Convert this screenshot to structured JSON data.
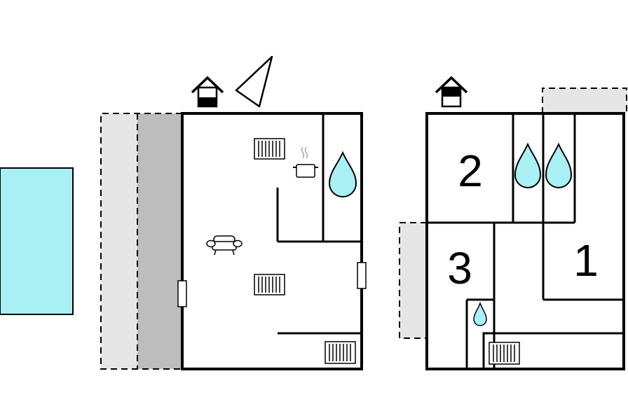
{
  "colors": {
    "wall": "#000000",
    "background": "#ffffff",
    "pool": "#a8f0f4",
    "water": "#a8f0f4",
    "terrace_light": "#e6e6e6",
    "terrace_dark": "#bdbdbd",
    "balcony": "#e6e6e6"
  },
  "icons": {
    "entrance_ground": "house-entrance-icon",
    "compass": "north-arrow-icon",
    "entrance_upper": "house-entrance-icon",
    "radiator": "radiator-icon",
    "cooking_pot": "cooking-pot-icon",
    "bathroom": "water-drop-icon",
    "sofa": "sofa-icon"
  },
  "rooms": {
    "room_2": {
      "label": "2"
    },
    "room_3": {
      "label": "3"
    },
    "room_1": {
      "label": "1"
    }
  }
}
